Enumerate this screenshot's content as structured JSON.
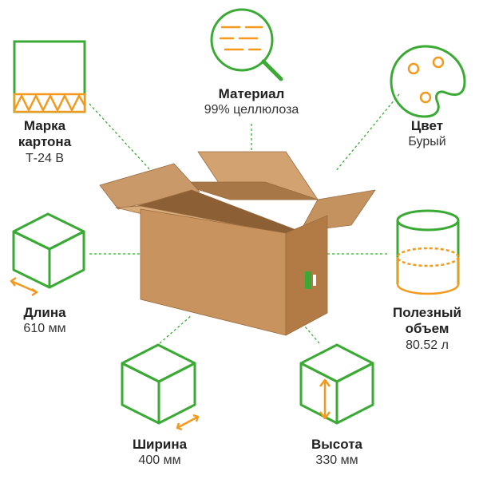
{
  "colors": {
    "green": "#3aaa35",
    "orange": "#f39a1e",
    "cardboard": "#c79664",
    "cardboard_dark": "#a8784a",
    "cardboard_light": "#d8ab7b"
  },
  "features": {
    "brand": {
      "title_line1": "Марка",
      "title_line2": "картона",
      "value": "Т-24 В",
      "icon": "corrugated-board-icon"
    },
    "material": {
      "title": "Материал",
      "value": "99% целлюлоза",
      "icon": "magnifier-icon"
    },
    "color": {
      "title": "Цвет",
      "value": "Бурый",
      "icon": "palette-icon"
    },
    "length": {
      "title": "Длина",
      "value": "610 мм",
      "icon": "cube-length-icon"
    },
    "volume": {
      "title_line1": "Полезный",
      "title_line2": "объем",
      "value": "80.52 л",
      "icon": "cylinder-volume-icon"
    },
    "width": {
      "title": "Ширина",
      "value": "400 мм",
      "icon": "cube-width-icon"
    },
    "height": {
      "title": "Высота",
      "value": "330 мм",
      "icon": "cube-height-icon"
    }
  }
}
